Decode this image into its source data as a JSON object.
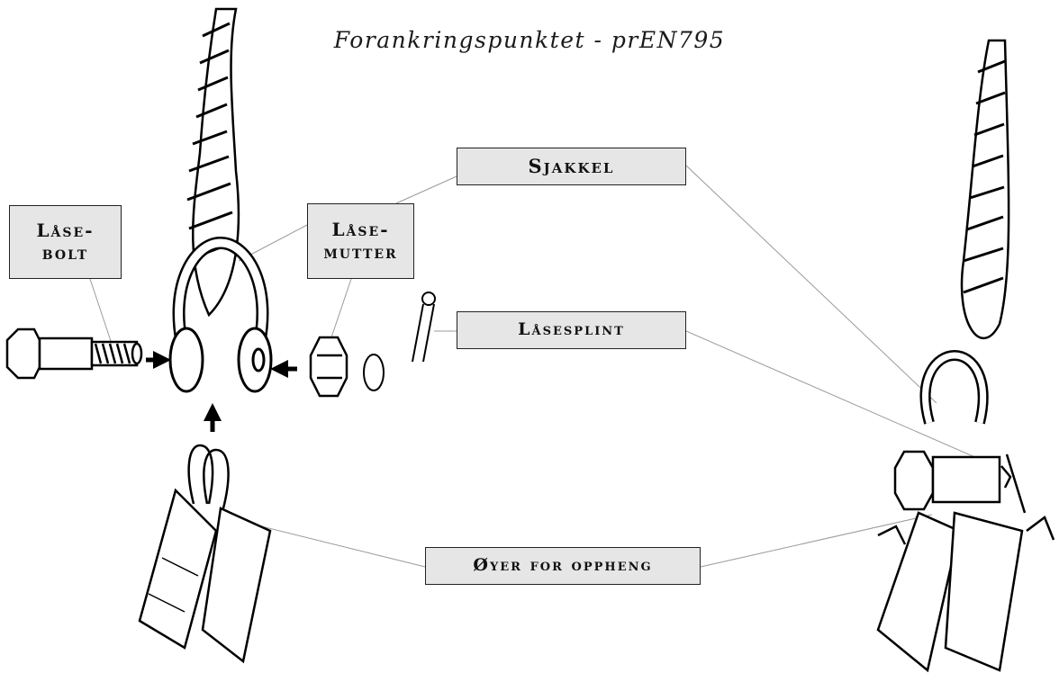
{
  "title": "Forankringspunktet - prEN795",
  "labels": {
    "sjakkel": "Sjakkel",
    "laasebolt_line1": "Låse-",
    "laasebolt_line2": "bolt",
    "laasemutter_line1": "Låse-",
    "laasemutter_line2": "mutter",
    "laasesplint": "Låsesplint",
    "oyer": "Øyer for oppheng"
  },
  "colors": {
    "label_background": "#e6e6e6",
    "ink": "#111111",
    "leader_line": "#999999"
  },
  "icons": [
    "rope-icon",
    "shackle-icon",
    "bolt-icon",
    "nut-icon",
    "washer-icon",
    "cotter-pin-icon",
    "sling-eyes-icon",
    "assembled-anchor-icon",
    "arrow-icon"
  ]
}
